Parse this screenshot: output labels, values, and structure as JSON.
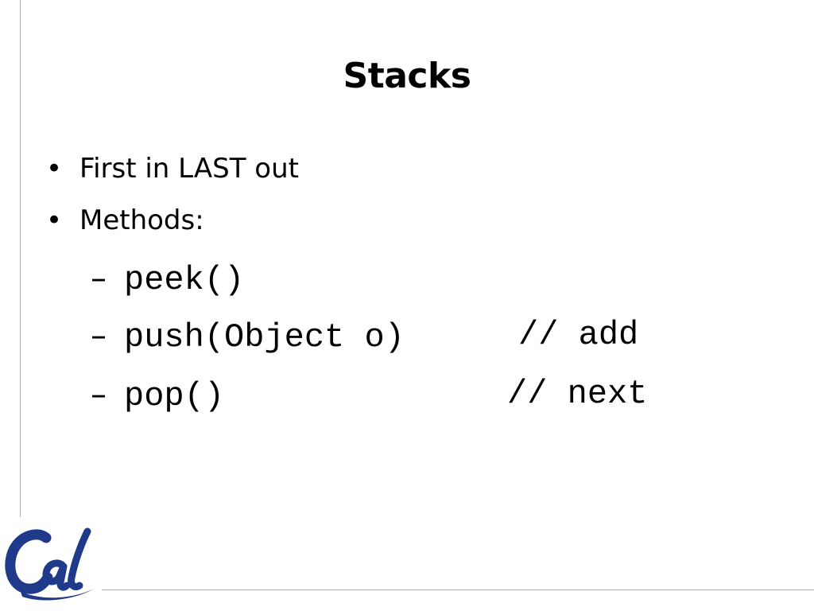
{
  "slide": {
    "title": "Stacks",
    "bullets": [
      "First in LAST out",
      "Methods:"
    ],
    "bullet_glyph": "•",
    "sub_glyph": "–",
    "methods": [
      {
        "code": "peek()",
        "comment": ""
      },
      {
        "code": "push(Object o)",
        "comment": "// add"
      },
      {
        "code": "pop()",
        "comment": "// next"
      }
    ],
    "logo_text": "Cal",
    "colors": {
      "accent_rule": "#8fb4d1",
      "logo_blue": "#1f3a8a",
      "text": "#000000"
    }
  }
}
